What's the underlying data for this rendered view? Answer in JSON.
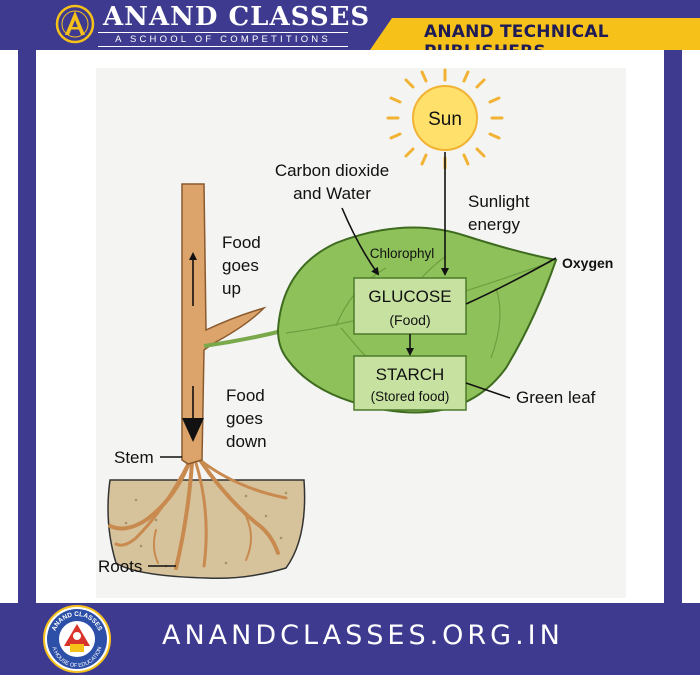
{
  "header": {
    "brand": "ANAND CLASSES",
    "tagline": "A SCHOOL OF COMPETITIONS",
    "publisher": "ANAND TECHNICAL PUBLISHERS"
  },
  "diagram": {
    "sun": "Sun",
    "co2_line1": "Carbon dioxide",
    "co2_line2": "and Water",
    "sunlight_line1": "Sunlight",
    "sunlight_line2": "energy",
    "chlorophyl": "Chlorophyl",
    "oxygen": "Oxygen",
    "glucose_title": "GLUCOSE",
    "glucose_sub": "(Food)",
    "starch_title": "STARCH",
    "starch_sub": "(Stored food)",
    "green_leaf": "Green leaf",
    "food_up_1": "Food",
    "food_up_2": "goes",
    "food_up_3": "up",
    "food_down_1": "Food",
    "food_down_2": "goes",
    "food_down_3": "down",
    "stem": "Stem",
    "roots": "Roots"
  },
  "footer": {
    "website": "ANANDCLASSES.ORG.IN",
    "badge_top": "ANAND CLASSES",
    "badge_bottom": "A HOUSE OF EDUCATION"
  },
  "colors": {
    "brand_blue": "#3d3a8f",
    "banner_yellow": "#f6c21a",
    "leaf_green": "#8ec15a",
    "box_green": "#c7e2a0",
    "stem_brown": "#dca46a",
    "soil": "#d6c39c",
    "sun_yellow": "#ffe06a"
  }
}
